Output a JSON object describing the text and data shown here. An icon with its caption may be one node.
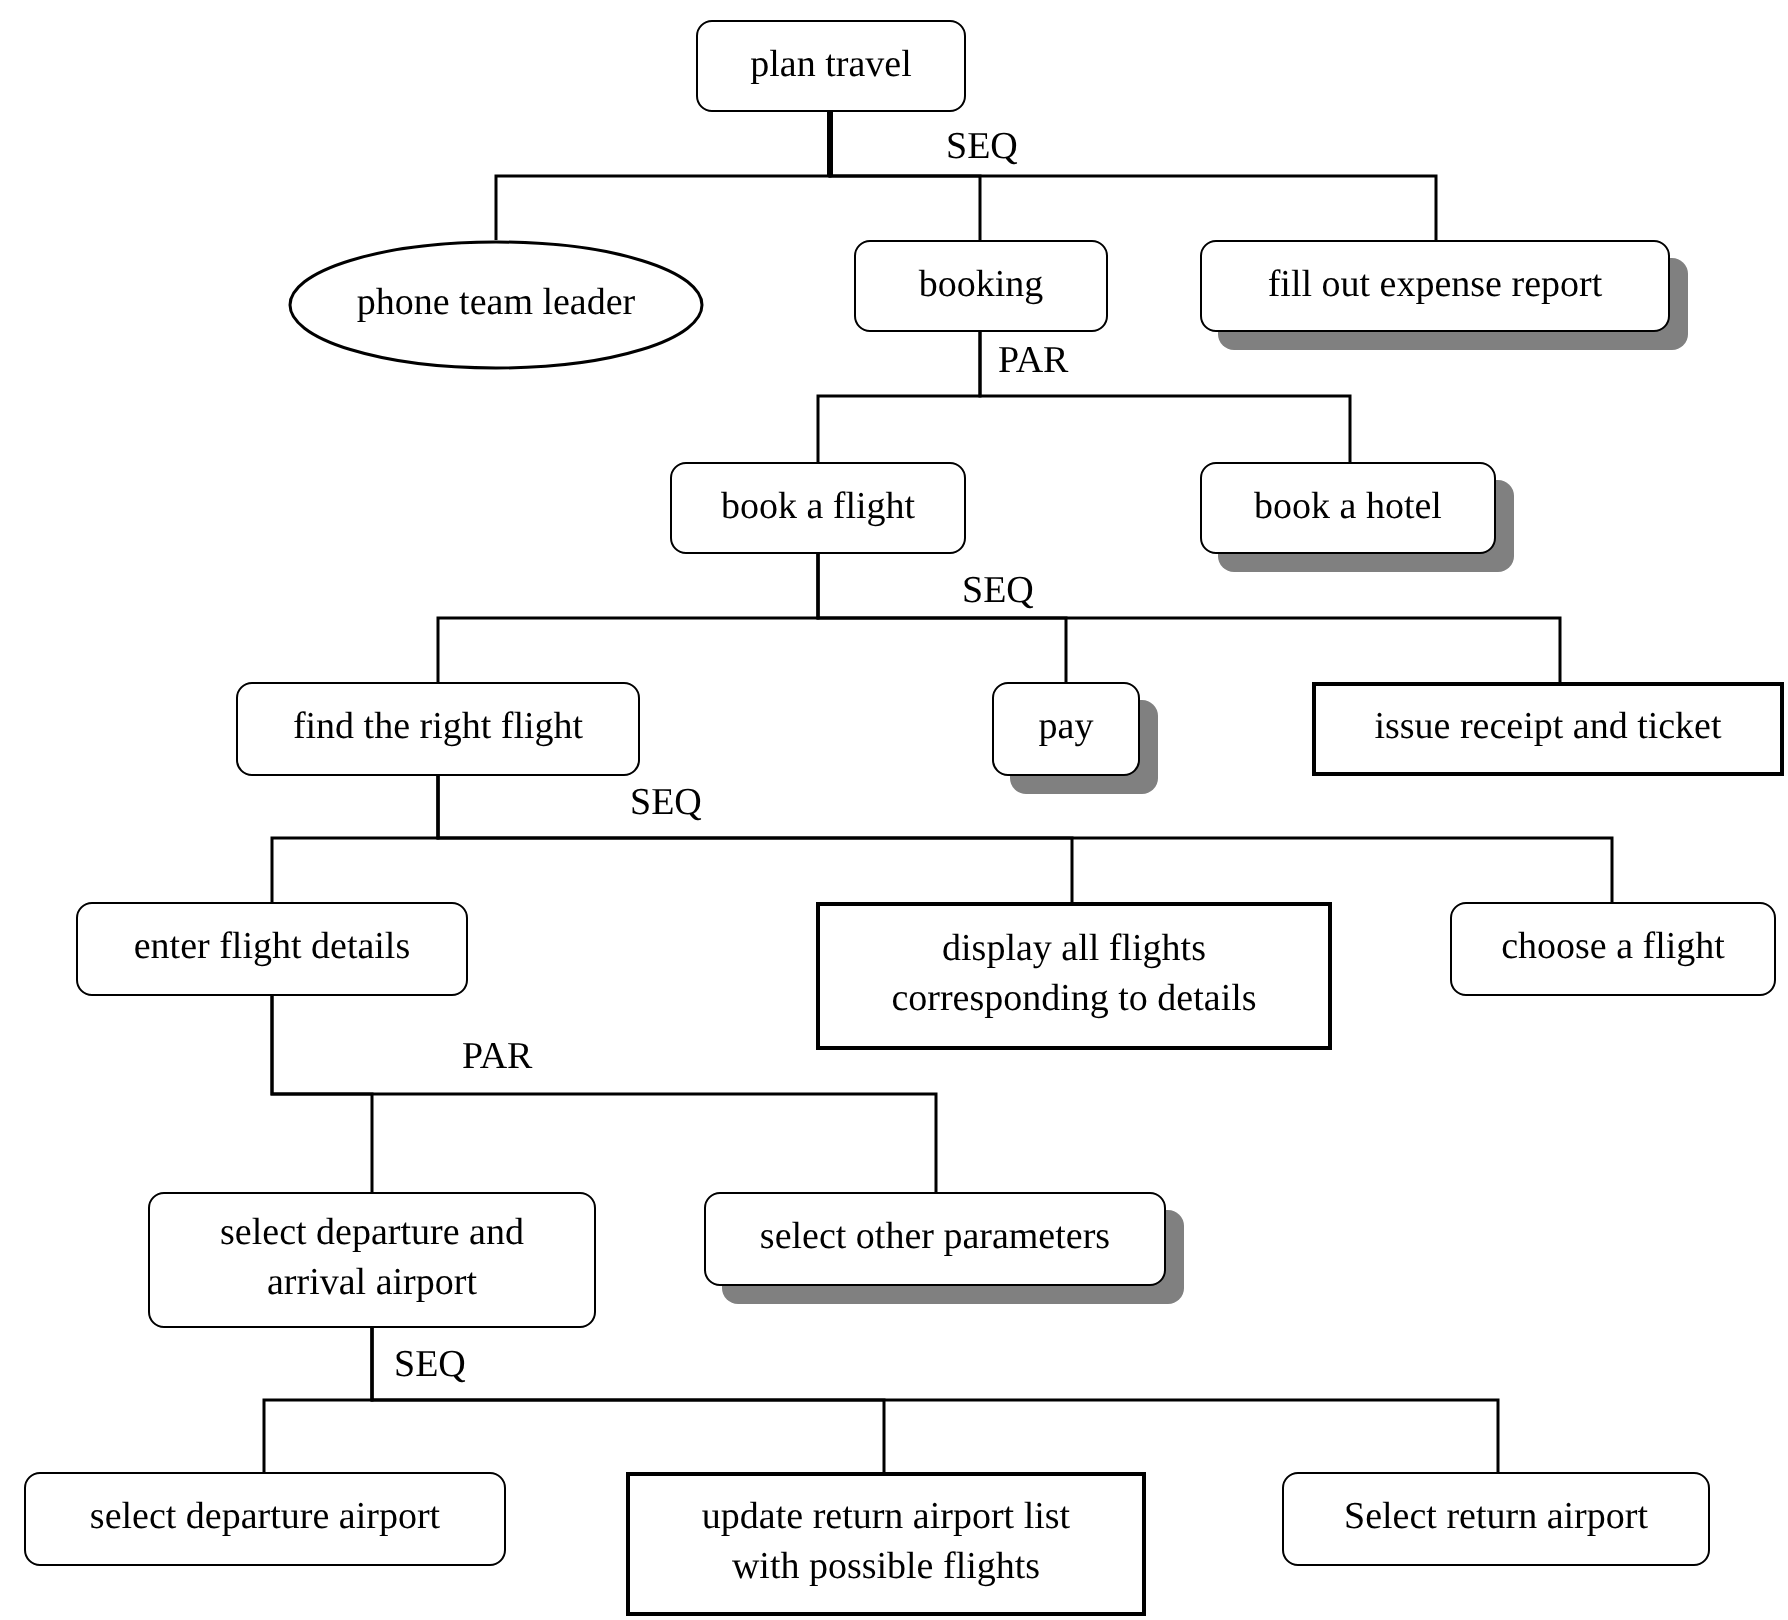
{
  "diagram": {
    "nodes": [
      {
        "text": [
          "plan travel"
        ]
      },
      {
        "text": [
          "phone team leader"
        ]
      },
      {
        "text": [
          "booking"
        ]
      },
      {
        "text": [
          "fill out expense report"
        ]
      },
      {
        "text": [
          "book a flight"
        ]
      },
      {
        "text": [
          "book a hotel"
        ]
      },
      {
        "text": [
          "find the right flight"
        ]
      },
      {
        "text": [
          "pay"
        ]
      },
      {
        "text": [
          "issue receipt and ticket"
        ]
      },
      {
        "text": [
          "enter flight details"
        ]
      },
      {
        "text": [
          "display all flights corresponding to details"
        ]
      },
      {
        "text": [
          "choose a flight"
        ]
      },
      {
        "text": [
          "select departure and arrival airport"
        ]
      },
      {
        "text": [
          "select other parameters"
        ]
      },
      {
        "text": [
          "select departure airport"
        ]
      },
      {
        "text": [
          "update return airport list with possible flights"
        ]
      },
      {
        "text": [
          "Select return airport"
        ]
      }
    ],
    "edges": [
      {
        "from": 0,
        "to": 1,
        "arrow": "none"
      },
      {
        "from": 0,
        "to": 2,
        "arrow": "none"
      },
      {
        "from": 0,
        "to": 3,
        "arrow": "none"
      },
      {
        "from": 2,
        "to": 4,
        "arrow": "none"
      },
      {
        "from": 2,
        "to": 5,
        "arrow": "none"
      },
      {
        "from": 4,
        "to": 6,
        "arrow": "none"
      },
      {
        "from": 4,
        "to": 7,
        "arrow": "none"
      },
      {
        "from": 4,
        "to": 8,
        "arrow": "none"
      },
      {
        "from": 6,
        "to": 9,
        "arrow": "none"
      },
      {
        "from": 6,
        "to": 10,
        "arrow": "none"
      },
      {
        "from": 6,
        "to": 11,
        "arrow": "none"
      },
      {
        "from": 9,
        "to": 12,
        "arrow": "none"
      },
      {
        "from": 9,
        "to": 13,
        "arrow": "none"
      },
      {
        "from": 12,
        "to": 14,
        "arrow": "none"
      },
      {
        "from": 12,
        "to": 15,
        "arrow": "none"
      },
      {
        "from": 12,
        "to": 16,
        "arrow": "none"
      }
    ],
    "labels": [
      "SEQ",
      "PAR",
      "SEQ",
      "SEQ",
      "PAR",
      "SEQ"
    ]
  }
}
